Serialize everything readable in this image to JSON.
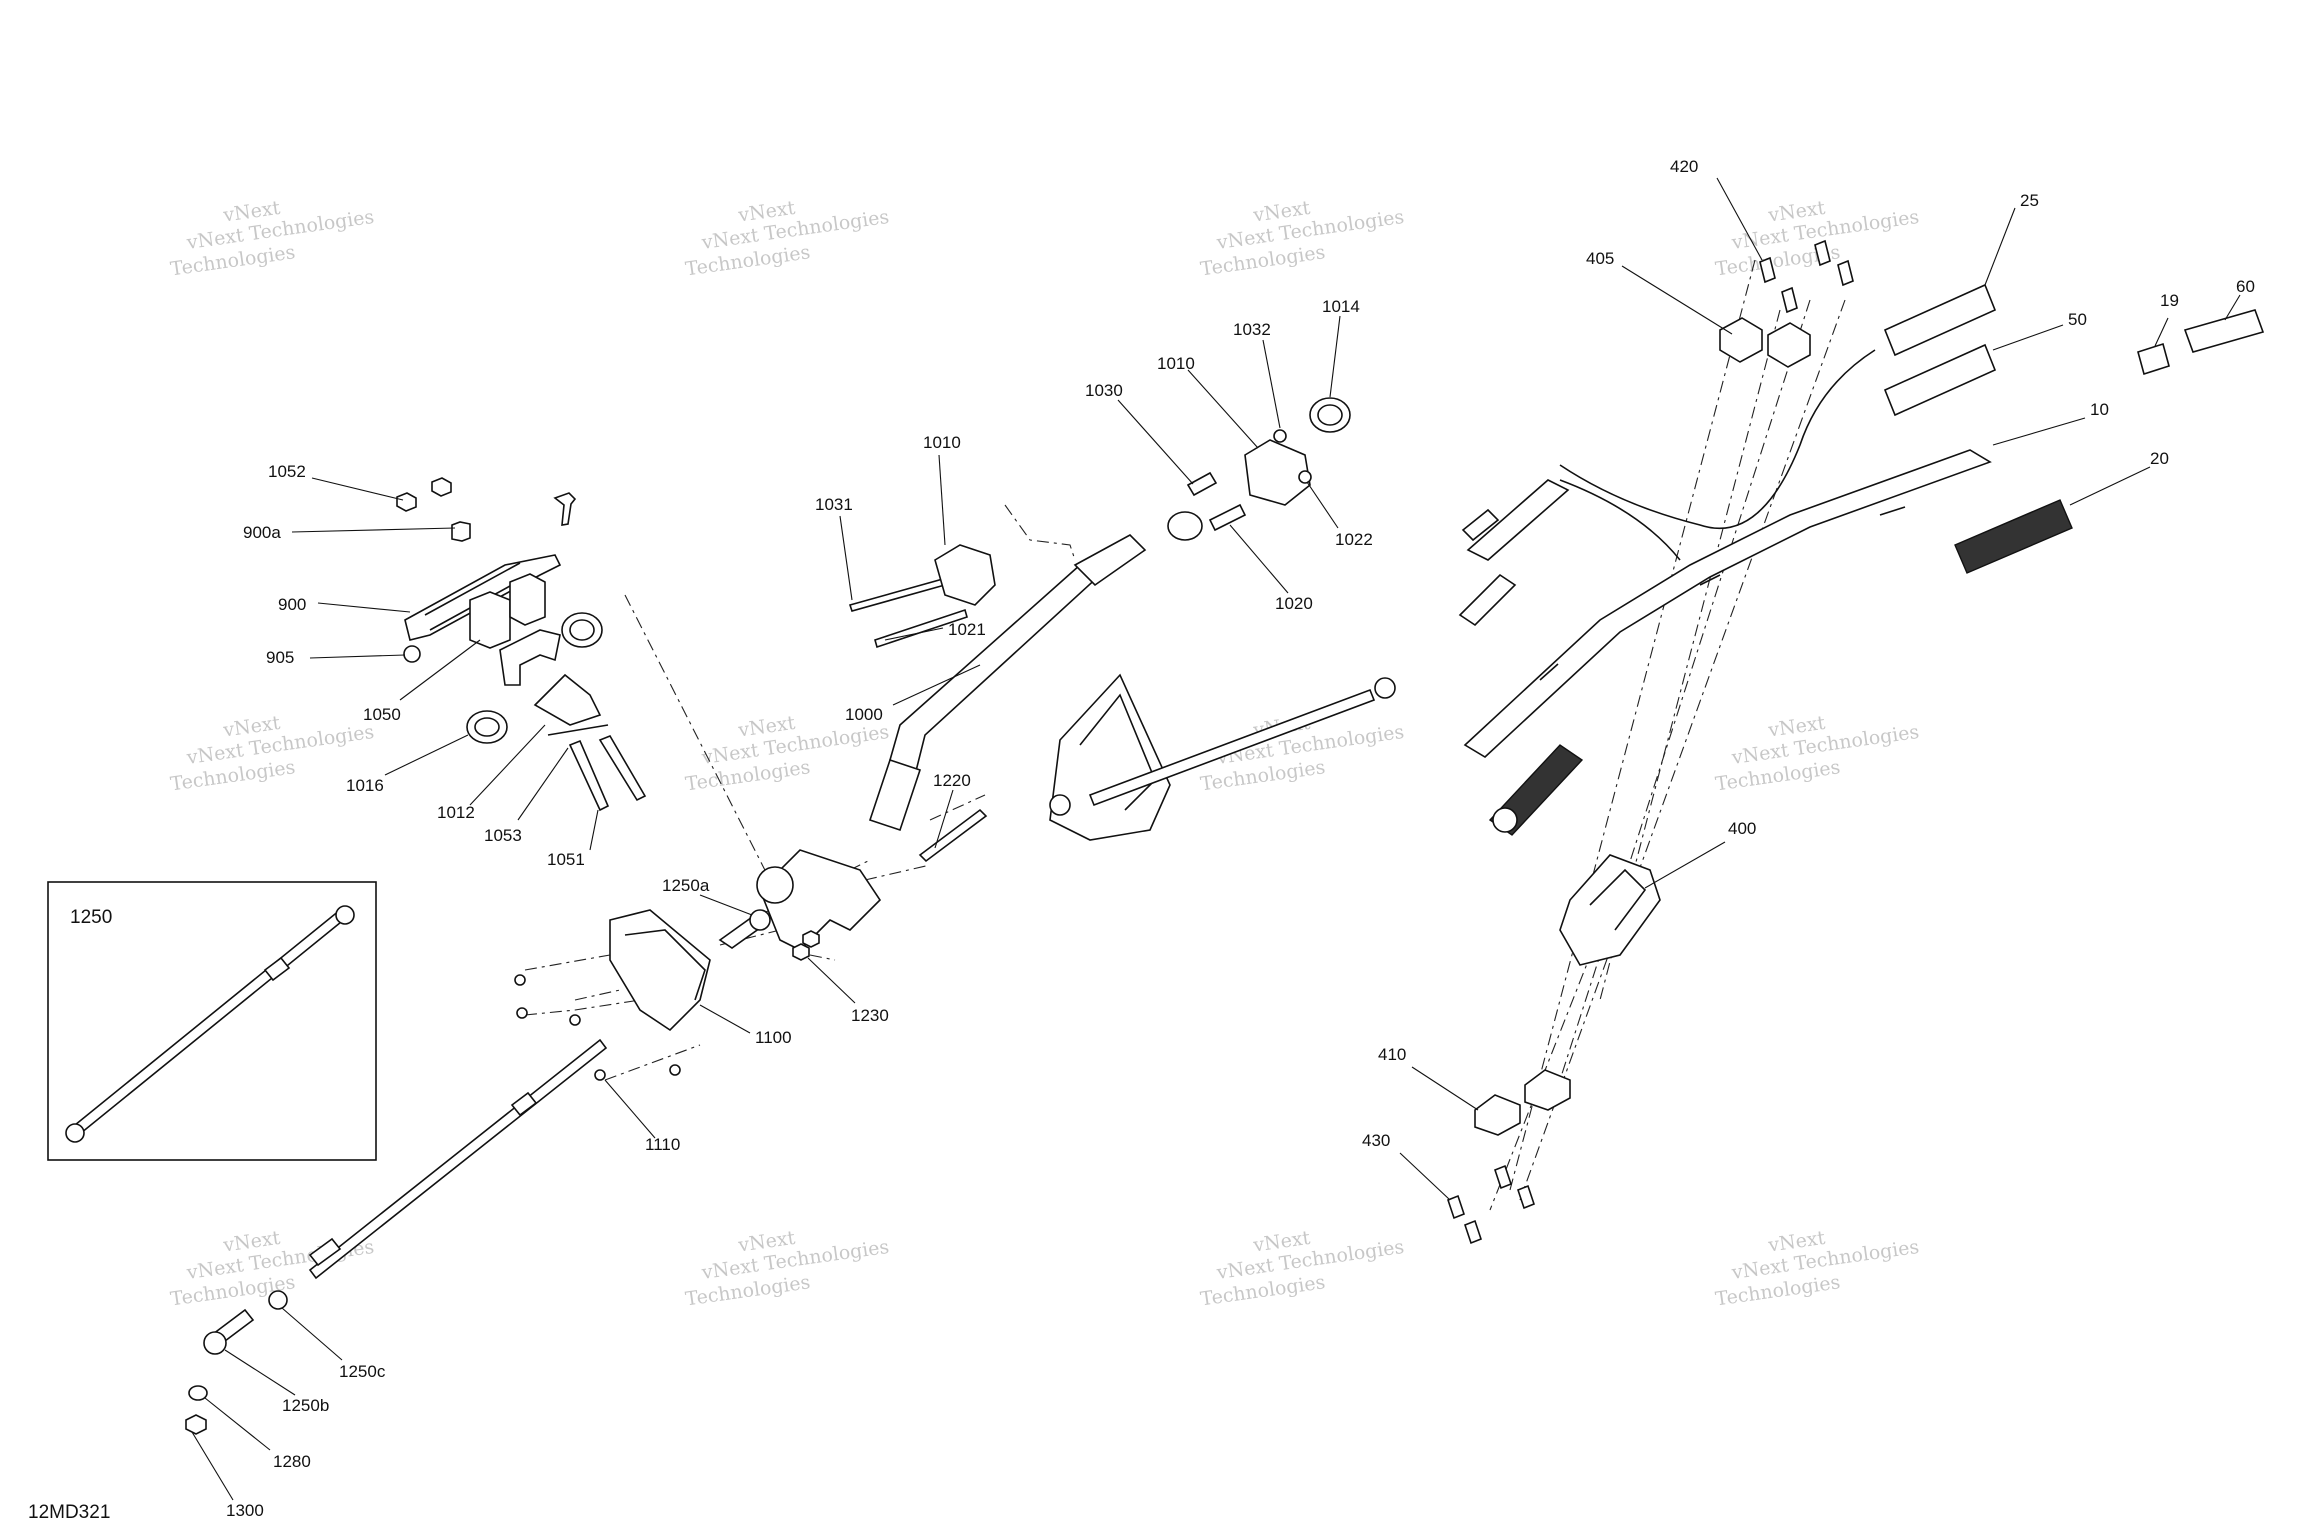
{
  "diagram_code": "12MD321",
  "inset": {
    "label": "1250"
  },
  "watermark": {
    "line1": "vNext",
    "line2": "vNext Technologies",
    "line3": "Technologies"
  },
  "callouts": {
    "c1052": "1052",
    "c900a": "900a",
    "c900": "900",
    "c905": "905",
    "c1050": "1050",
    "c1016": "1016",
    "c1012": "1012",
    "c1053": "1053",
    "c1051": "1051",
    "c1031": "1031",
    "c1010a": "1010",
    "c1021": "1021",
    "c1000": "1000",
    "c1030": "1030",
    "c1010b": "1010",
    "c1032": "1032",
    "c1014": "1014",
    "c1022": "1022",
    "c1020": "1020",
    "c1220": "1220",
    "c1250a": "1250a",
    "c1230": "1230",
    "c1100": "1100",
    "c1110": "1110",
    "c1250c": "1250c",
    "c1250b": "1250b",
    "c1280": "1280",
    "c1300": "1300",
    "c420": "420",
    "c405": "405",
    "c25": "25",
    "c50": "50",
    "c19": "19",
    "c60": "60",
    "c10": "10",
    "c20": "20",
    "c400": "400",
    "c410": "410",
    "c430": "430"
  }
}
